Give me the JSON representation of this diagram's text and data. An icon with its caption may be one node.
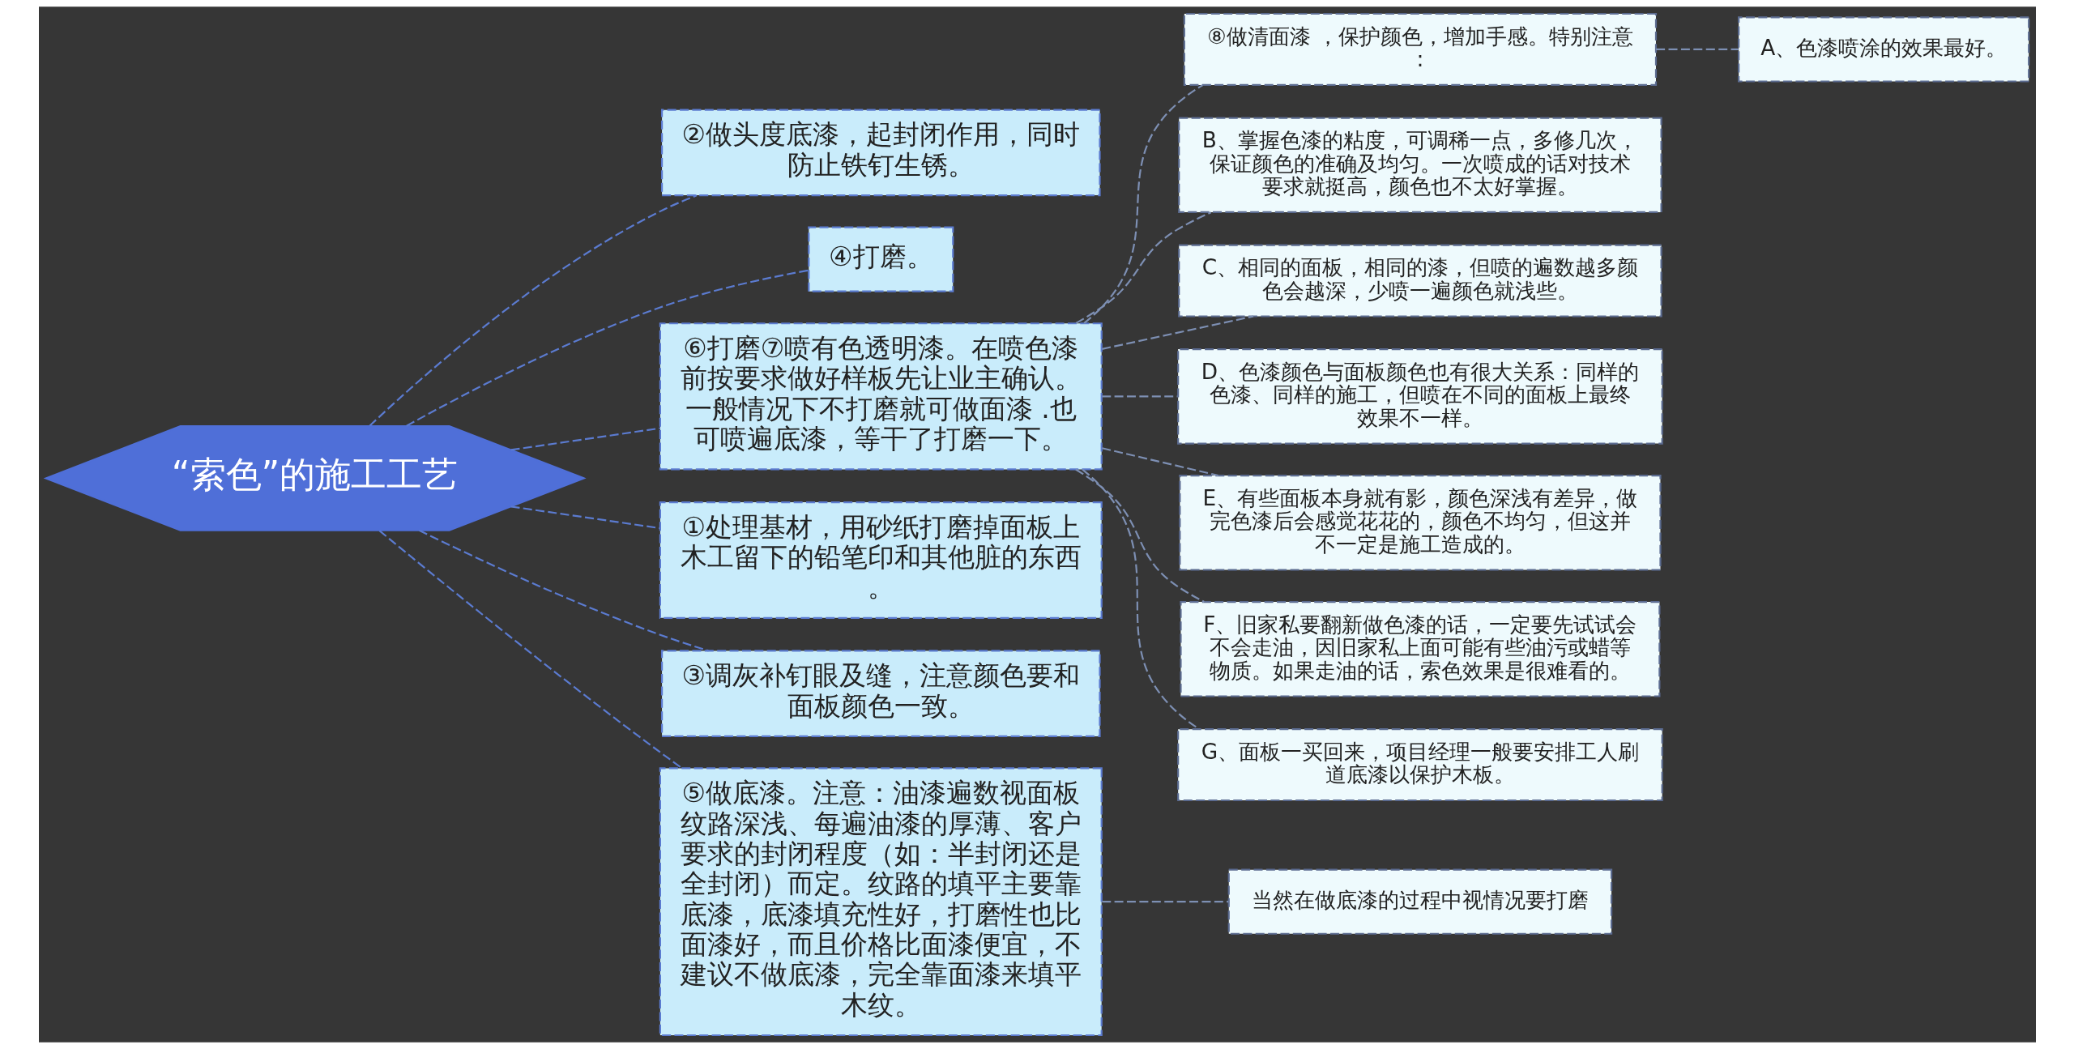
{
  "diagram": {
    "nodes": [
      {
        "text": [
          "“索色”的施工工艺"
        ]
      },
      {
        "text": [
          "②做头度底漆，起封闭作用，同时防止铁钉生锈。"
        ]
      },
      {
        "text": [
          "④打磨。"
        ]
      },
      {
        "text": [
          "⑥打磨⑦喷有色透明漆。在喷色漆前按要求做好样板先让业主确认。一般情况下不打磨就可做面漆 .也可喷遍底漆，等干了打磨一下。"
        ]
      },
      {
        "text": [
          "⑧做清面漆 ，保护颜色，增加手感。特别注意:"
        ]
      },
      {
        "text": [
          "A、色漆喷涂的效果最好。"
        ]
      },
      {
        "text": [
          "B、掌握色漆的粘度，可调稀一点，多修几次，保证颜色的准确及均匀。一次喷成的话对技术要求就挺高，颜色也不太好掌握。"
        ]
      },
      {
        "text": [
          "C、相同的面板，相同的漆，但喷的遍数越多颜色会越深，少喷一遍颜色就浅些。"
        ]
      },
      {
        "text": [
          "D、色漆颜色与面板颜色也有很大关系：同样的色漆、同样的施工，但喷在不同的面板上最终效果不一样。"
        ]
      },
      {
        "text": [
          "E、有些面板本身就有影，颜色深浅有差异，做完色漆后会感觉花花的，颜色不均匀，但这并不一定是施工造成的。"
        ]
      },
      {
        "text": [
          "F、旧家私要翻新做色漆的话，一定要先试试会不会走油，因旧家私上面可能有些油污或蜡等物质。如果走油的话，索色效果是很难看的。"
        ]
      },
      {
        "text": [
          "G、面板一买回来，项目经理一般要安排工人刷道底漆以保护木板。"
        ]
      },
      {
        "text": [
          "①处理基材，用砂纸打磨掉面板上木工留下的铅笔印和其他脏的东西。"
        ]
      },
      {
        "text": [
          "③调灰补钉眼及缝，注意颜色要和面板颜色一致。"
        ]
      },
      {
        "text": [
          "⑤做底漆。注意：油漆遍数视面板纹路深浅、每遍油漆的厚薄、客户要求的封闭程度（如：半封闭还是全封闭）而定。纹路的填平主要靠底漆，底漆填充性好，打磨性也比面漆好，而且价格比面漆便宜，不建议不做底漆，完全靠面漆来填平木纹。"
        ]
      },
      {
        "text": [
          "当然在做底漆的过程中视情况要打磨"
        ]
      }
    ],
    "edges": [
      {
        "from": 0,
        "to": 1,
        "arrow": "none",
        "style": "dashed"
      },
      {
        "from": 0,
        "to": 2,
        "arrow": "none",
        "style": "dashed"
      },
      {
        "from": 0,
        "to": 3,
        "arrow": "none",
        "style": "dashed"
      },
      {
        "from": 3,
        "to": 4,
        "arrow": "none",
        "style": "dashed",
        "color": "#7d8fb3"
      },
      {
        "from": 4,
        "to": 5,
        "arrow": "none",
        "style": "dashed",
        "color": "#7d8fb3"
      },
      {
        "from": 3,
        "to": 6,
        "arrow": "none",
        "style": "dashed",
        "color": "#7d8fb3"
      },
      {
        "from": 3,
        "to": 7,
        "arrow": "none",
        "style": "dashed",
        "color": "#7d8fb3"
      },
      {
        "from": 3,
        "to": 8,
        "arrow": "none",
        "style": "dashed",
        "color": "#7d8fb3"
      },
      {
        "from": 3,
        "to": 9,
        "arrow": "none",
        "style": "dashed",
        "color": "#7d8fb3"
      },
      {
        "from": 3,
        "to": 10,
        "arrow": "none",
        "style": "dashed",
        "color": "#7d8fb3"
      },
      {
        "from": 3,
        "to": 11,
        "arrow": "none",
        "style": "dashed",
        "color": "#7d8fb3"
      },
      {
        "from": 0,
        "to": 12,
        "arrow": "none",
        "style": "dashed"
      },
      {
        "from": 0,
        "to": 13,
        "arrow": "none",
        "style": "dashed"
      },
      {
        "from": 0,
        "to": 14,
        "arrow": "none",
        "style": "dashed"
      },
      {
        "from": 14,
        "to": 15,
        "arrow": "none",
        "style": "dashed",
        "color": "#7d8fb3"
      }
    ]
  }
}
